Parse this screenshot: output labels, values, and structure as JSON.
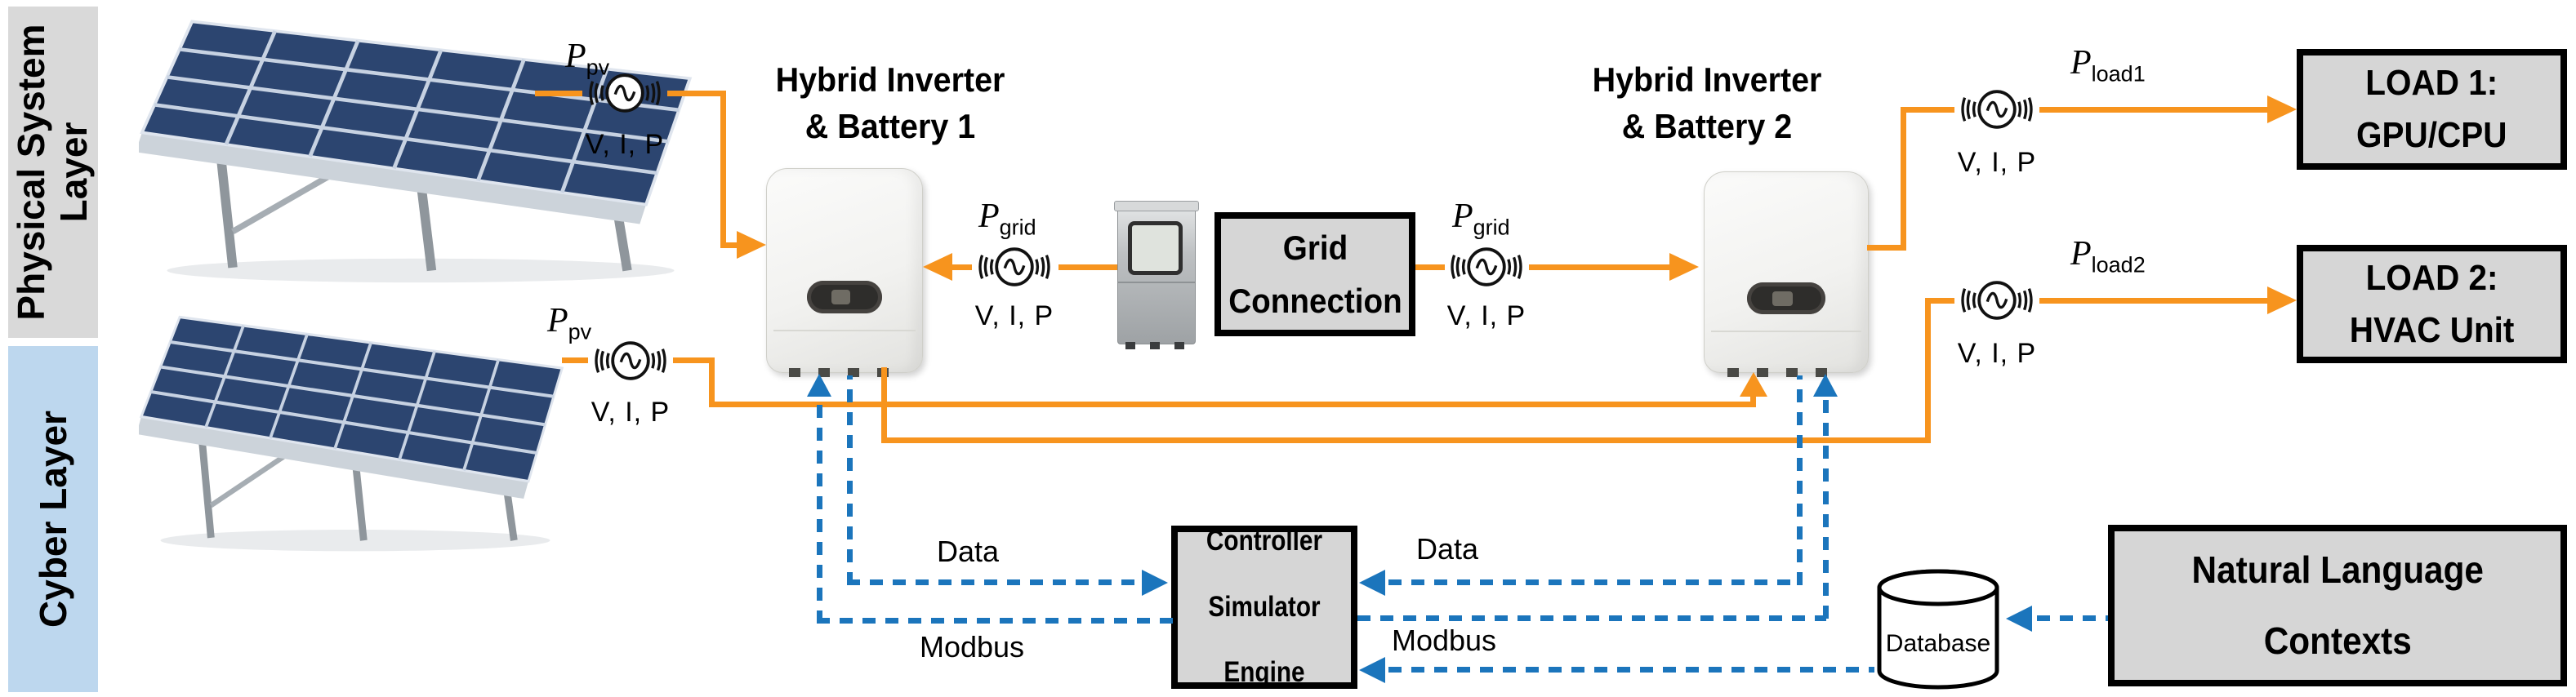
{
  "figure": {
    "layers": [
      {
        "label": "Physical System Layer",
        "color": "#D9D9D9"
      },
      {
        "label": "Cyber Layer",
        "color": "#BDD7EE"
      }
    ],
    "inverters": [
      {
        "title": "Hybrid Inverter\n& Battery 1"
      },
      {
        "title": "Hybrid Inverter\n& Battery 2"
      }
    ],
    "boxes": {
      "grid_connection": "Grid\nConnection",
      "controller": "Controller\nSimulator Engine",
      "load1": "LOAD 1:\nGPU/CPU",
      "load2": "LOAD 2:\nHVAC Unit",
      "nlc": "Natural Language\nContexts"
    },
    "measurements": {
      "vip": "V, I, P",
      "p_pv": {
        "base": "P",
        "sub": "pv"
      },
      "p_grid": {
        "base": "P",
        "sub": "grid"
      },
      "p_load1": {
        "base": "P",
        "sub": "load1"
      },
      "p_load2": {
        "base": "P",
        "sub": "load2"
      }
    },
    "comm": {
      "data": "Data",
      "modbus": "Modbus"
    },
    "database": "Database",
    "colors": {
      "power": "#F7941E",
      "comm": "#1B75BC",
      "box_fill": "#D6D6D6",
      "border": "#000000"
    },
    "icons": {
      "ac_source": "circle with sine wave flanked by radiating arcs",
      "solar_panel": "tilted photovoltaic array on legs",
      "inverter": "white wall-mounted hybrid inverter with dark display",
      "grid_cabinet": "metal outdoor meter cabinet",
      "database": "white cylinder"
    }
  }
}
